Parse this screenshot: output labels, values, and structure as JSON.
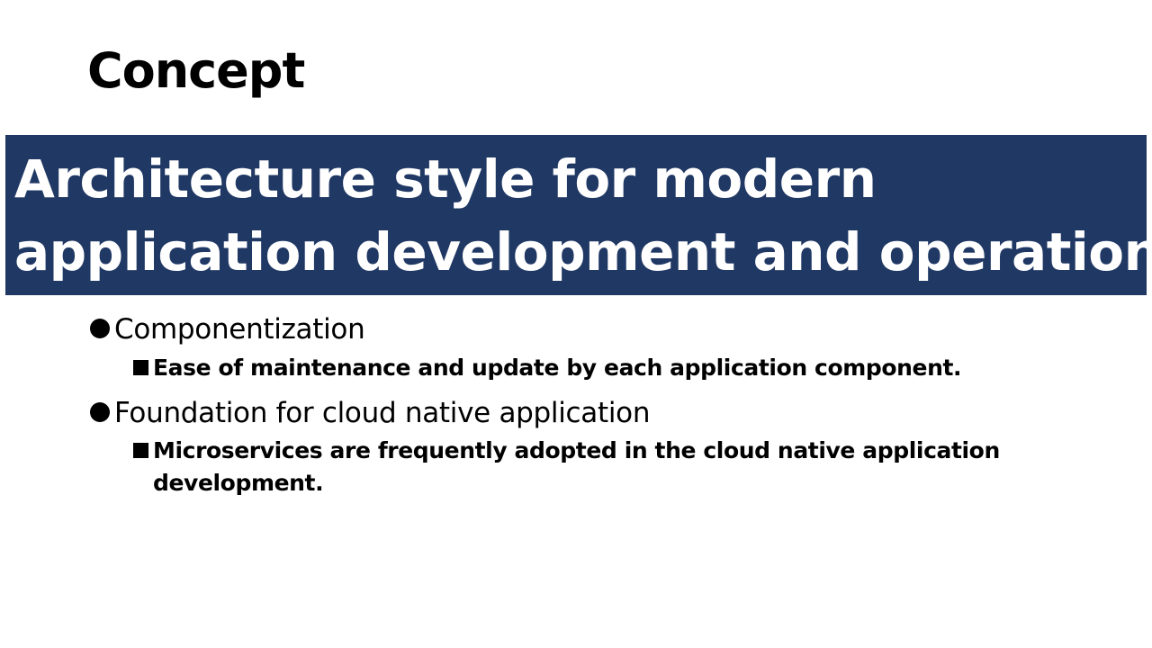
{
  "slide": {
    "title": "Concept",
    "banner": {
      "line1": "Architecture style for modern",
      "line2": "application development and operation"
    },
    "bullets": [
      {
        "label": "Componentization",
        "sub": "Ease of maintenance and update by each application component."
      },
      {
        "label": "Foundation for cloud native application",
        "sub": "Microservices are frequently adopted in the cloud native application development."
      }
    ],
    "colors": {
      "banner_bg": "#203864",
      "banner_text": "#ffffff",
      "text": "#000000"
    },
    "icons": {
      "bullet": "filled-circle-icon",
      "sub_bullet": "filled-square-icon"
    }
  }
}
